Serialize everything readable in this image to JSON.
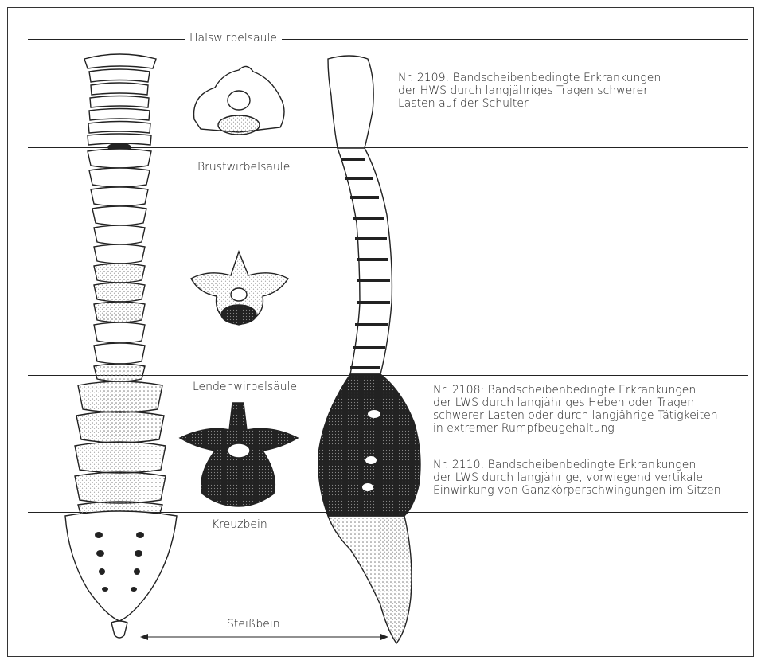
{
  "regions": {
    "cervical": "Halswirbelsäule",
    "thoracic": "Brustwirbelsäule",
    "lumbar": "Lendenwirbelsäule",
    "sacrum": "Kreuzbein",
    "coccyx": "Steißbein"
  },
  "notes": {
    "n2109": [
      "Nr. 2109: Bandscheibenbedingte Erkrankungen",
      "der HWS durch langjähriges Tragen schwerer",
      "Lasten auf der Schulter"
    ],
    "n2108": [
      "Nr. 2108: Bandscheibenbedingte Erkrankungen",
      "der LWS durch langjähriges Heben oder Tragen",
      "schwerer Lasten oder durch langjährige Tätigkeiten",
      "in extremer Rumpfbeugehaltung"
    ],
    "n2110": [
      "Nr. 2110: Bandscheibenbedingte Erkrankungen",
      "der LWS durch langjährige, vorwiegend vertikale",
      "Einwirkung von Ganzkörperschwingungen im Sitzen"
    ]
  },
  "colors": {
    "line": "#222222",
    "bone_fill": "#ffffff",
    "stipple": "#8a8a8a",
    "dark": "#1c1c1c"
  }
}
